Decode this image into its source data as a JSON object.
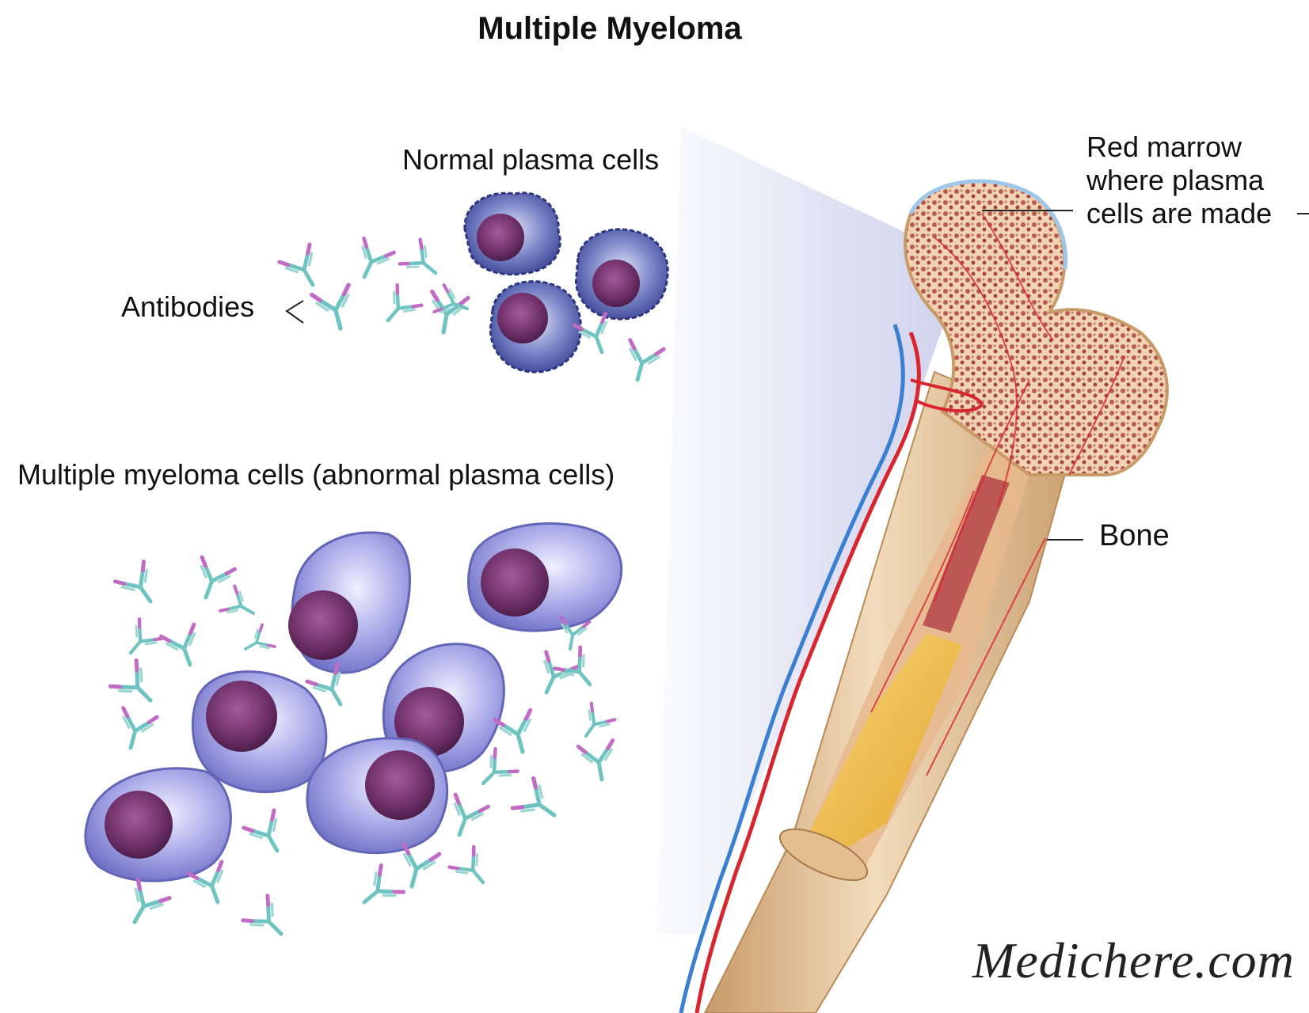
{
  "title": "Multiple Myeloma",
  "labels": {
    "normal_plasma_cells": "Normal plasma cells",
    "antibodies": "Antibodies",
    "myeloma_cells": "Multiple myeloma cells (abnormal plasma cells)",
    "red_marrow": [
      "Red marrow",
      "where plasma",
      "cells are made"
    ],
    "bone": "Bone"
  },
  "watermark": "Medichere.com",
  "colors": {
    "normal_cell": "#4a56a3",
    "myeloma_cell": "#9a9ce0",
    "nucleus": "#6e2f68",
    "antibody_teal": "#6fc4c1",
    "antibody_magenta": "#c16cc4",
    "bone": "#e9c9a0",
    "red_marrow": "#b4454a",
    "artery": "#d8262e",
    "vein": "#3b7fd0"
  }
}
